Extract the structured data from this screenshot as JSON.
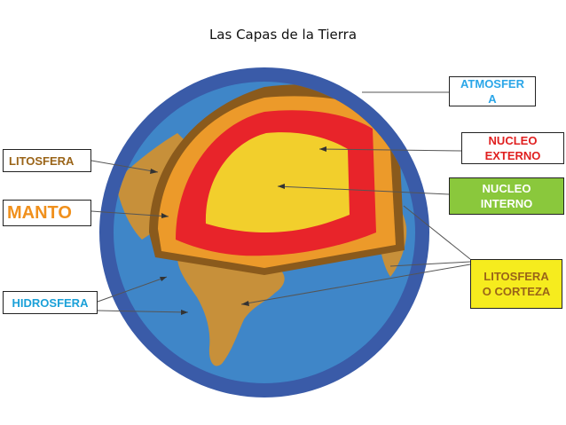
{
  "title": "Las Capas de la Tierra",
  "labels": {
    "litosfera_left": "LITOSFERA",
    "manto": "MANTO",
    "hidrosfera": "HIDROSFERA",
    "atmosfera": "ATMOSFER\nA",
    "nucleo_externo": "NUCLEO\nEXTERNO",
    "nucleo_interno": "NUCLEO\nINTERNO",
    "litosfera_corteza": "LITOSFERA\nO CORTEZA"
  },
  "colors": {
    "atmosphere_ring": "#3a5ba8",
    "ocean": "#3f86c8",
    "land": "#c7903a",
    "crust": "#8a5a1c",
    "mantle": "#ec9a2a",
    "outer_core": "#e8242a",
    "inner_core": "#f2cf2c",
    "litosfera_text": "#9a6418",
    "manto_text": "#f0901c",
    "hidrosfera_text": "#1aa0d8",
    "atmosfera_text": "#2aa6e8",
    "nucleo_externo_text": "#e02020",
    "nucleo_interno_bg": "#8ac83c",
    "corteza_bg": "#f6ec1e",
    "corteza_text": "#9a6418"
  }
}
